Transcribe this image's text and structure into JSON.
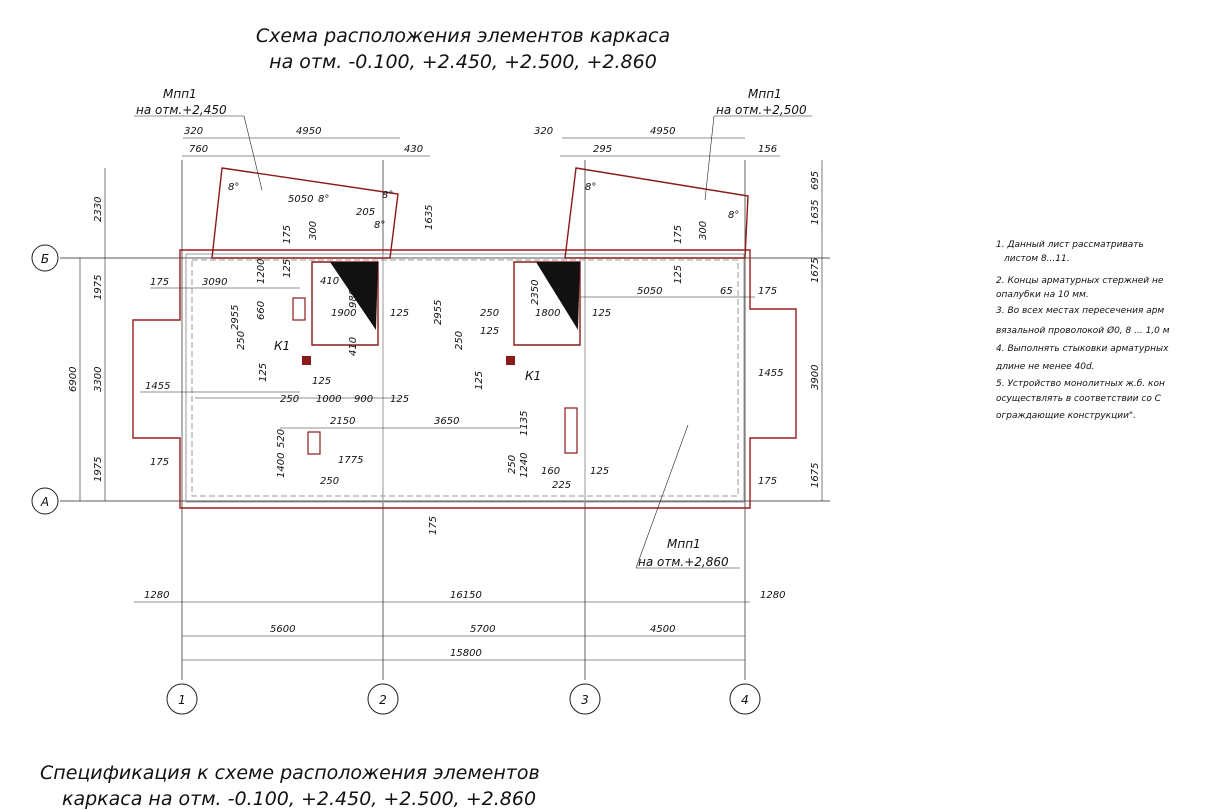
{
  "title": {
    "line1": "Схема расположения элементов каркаса",
    "line2": "на отм. -0.100, +2.450, +2.500, +2.860"
  },
  "spec_title": {
    "line1": "Спецификация к схеме расположения элементов",
    "line2": "каркаса на отм. -0.100, +2.450, +2.500, +2.860"
  },
  "slab_labels": {
    "left_name": "Мпп1",
    "left_level": "на отм.+2,450",
    "right_name": "Мпп1",
    "right_level": "на отм.+2,500",
    "bottom_name": "Мпп1",
    "bottom_level": "на отм.+2,860"
  },
  "column_labels": {
    "k1_left": "К1",
    "k1_right": "К1"
  },
  "axes": {
    "rows": [
      "Б",
      "А"
    ],
    "columns": [
      "1",
      "2",
      "3",
      "4"
    ]
  },
  "dimensions": {
    "top_left": [
      "320",
      "4950",
      "760",
      "430"
    ],
    "top_right": [
      "320",
      "4950",
      "295",
      "156"
    ],
    "left_side": [
      "2330",
      "1975",
      "3300",
      "1975",
      "6900"
    ],
    "right_side": [
      "695",
      "1635",
      "1675",
      "3900",
      "1675"
    ],
    "interior": [
      "5050",
      "8°",
      "8°",
      "8°",
      "205",
      "8°",
      "1635",
      "175",
      "300",
      "125",
      "410",
      "3090",
      "1200",
      "175",
      "2955",
      "660",
      "1900",
      "125",
      "980",
      "250",
      "410",
      "125",
      "1455",
      "250",
      "1000",
      "900",
      "125",
      "2150",
      "3650",
      "520",
      "1775",
      "1400",
      "250",
      "175",
      "125",
      "2955",
      "250",
      "125",
      "2350",
      "1800",
      "125",
      "250",
      "125",
      "5050",
      "65",
      "175",
      "175",
      "300",
      "125",
      "8°",
      "8°",
      "1455",
      "1135",
      "250",
      "1240",
      "160",
      "225",
      "125",
      "175",
      "175"
    ],
    "bottom_overall": [
      "1280",
      "16150",
      "1280"
    ],
    "bottom_spans": [
      "5600",
      "5700",
      "4500"
    ],
    "bottom_total": "15800"
  },
  "notes": [
    "1. Данный лист рассматривать",
    "листом 8...11.",
    "2. Концы арматурных стержней не",
    "опалубки на 10 мм.",
    "3. Во всех местах пересечения арм",
    "вязальной проволокой Ø0, 8 ... 1,0 м",
    "4. Выполнять стыковки арматурных",
    "длине не менее 40d.",
    "5. Устройство монолитных ж.б. кон",
    "осуществлять в соответствии со С",
    "ограждающие конструкции\"."
  ],
  "colors": {
    "slab_outline": "#9b1c1c",
    "column": "#8b1a1a",
    "line": "#222222"
  }
}
